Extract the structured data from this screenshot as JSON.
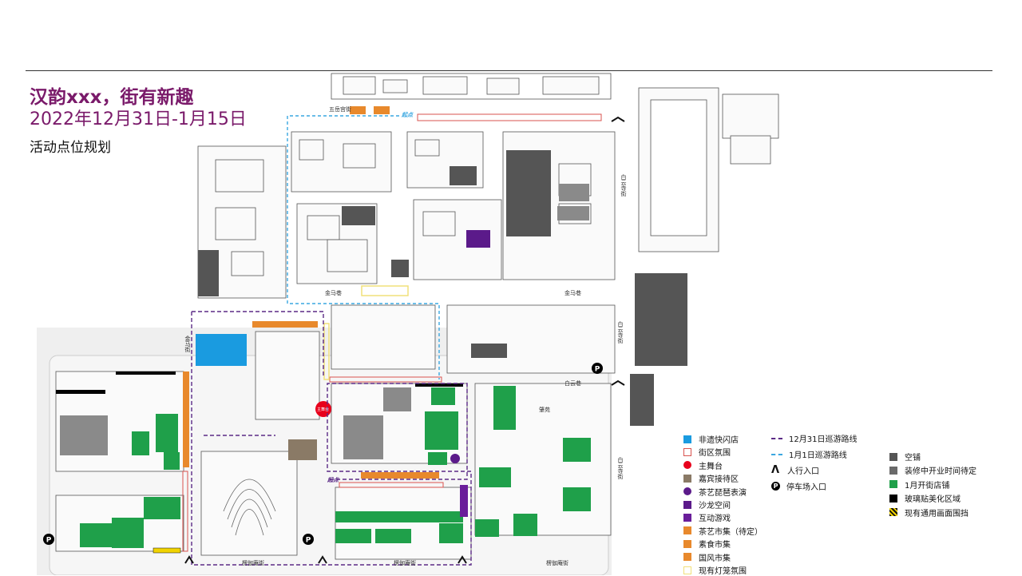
{
  "header": {
    "title": "汉韵xxx，街有新趣",
    "date": "2022年12月31日-1月15日",
    "caption": "活动点位规划"
  },
  "map_labels": {
    "start_top": "起点",
    "start_mid": "起点",
    "jinma_lane_1": "金马巷",
    "jinma_lane_2": "金马巷",
    "jinma_street": "金马街",
    "baiyunsi_1": "白云寺街",
    "baiyunsi_2": "白云寺街",
    "baiyunsi_3": "白云寺街",
    "baiyun_lane": "白云巷",
    "zhaoyuan": "肇苑",
    "bottom_street_1": "楞伽庵街",
    "bottom_street_2": "楞伽庵街",
    "bottom_street_3": "楞伽庵街",
    "wuyue": "五岳宫街",
    "main_stage": "主舞台"
  },
  "colors": {
    "intangible": "#1a9be0",
    "atmosphere": "#d9534f",
    "stage": "#e8001c",
    "vip": "#8a7a66",
    "pipa": "#5b1a8a",
    "salon": "#5b1a8a",
    "game": "#6a1e9a",
    "tea_market": "#e8892c",
    "veg_market": "#e8892c",
    "guofeng": "#e8892c",
    "lantern": "#f1e07a",
    "route_1231": "#5b2a86",
    "route_0101": "#3aa7e0",
    "vacant": "#555555",
    "renovating": "#6a6a6a",
    "opening": "#1fa04a",
    "glass": "#000000",
    "hoarding": "#f1d300"
  },
  "legend": {
    "col1": [
      {
        "label": "非遗快闪店",
        "swatch": "square",
        "color": "#1a9be0"
      },
      {
        "label": "街区氛围",
        "swatch": "hollow",
        "color": "#d9534f"
      },
      {
        "label": "主舞台",
        "swatch": "dot",
        "color": "#e8001c"
      },
      {
        "label": "嘉宾接待区",
        "swatch": "square",
        "color": "#8a7a66"
      },
      {
        "label": "茶艺琵琶表演",
        "swatch": "dot",
        "color": "#5b1a8a"
      },
      {
        "label": "沙龙空间",
        "swatch": "square",
        "color": "#5b1a8a"
      },
      {
        "label": "互动游戏",
        "swatch": "square",
        "color": "#6a1e9a"
      },
      {
        "label": "茶艺市集（待定）",
        "swatch": "square",
        "color": "#e8892c"
      },
      {
        "label": "素食市集",
        "swatch": "square",
        "color": "#e8892c"
      },
      {
        "label": "国风市集",
        "swatch": "square",
        "color": "#e8892c"
      },
      {
        "label": "现有灯笼氛围",
        "swatch": "hollow",
        "color": "#f1e07a"
      }
    ],
    "col2": [
      {
        "label": "12月31日巡游路线",
        "swatch": "dash",
        "color": "#5b2a86"
      },
      {
        "label": "1月1日巡游路线",
        "swatch": "dash",
        "color": "#3aa7e0"
      },
      {
        "label": "人行入口",
        "swatch": "arrow",
        "icon": "pedestrian-entrance-icon"
      },
      {
        "label": "停车场入口",
        "swatch": "parking",
        "icon": "parking-icon"
      }
    ],
    "col3": [
      {
        "label": "空铺",
        "swatch": "square",
        "color": "#555555"
      },
      {
        "label": "装修中开业时间待定",
        "swatch": "square",
        "color": "#6a6a6a"
      },
      {
        "label": "1月开街店铺",
        "swatch": "square",
        "color": "#1fa04a"
      },
      {
        "label": "玻璃贴美化区域",
        "swatch": "square",
        "color": "#000000"
      },
      {
        "label": "现有通用画面围挡",
        "swatch": "hatch",
        "color": "#f1d300"
      }
    ]
  }
}
